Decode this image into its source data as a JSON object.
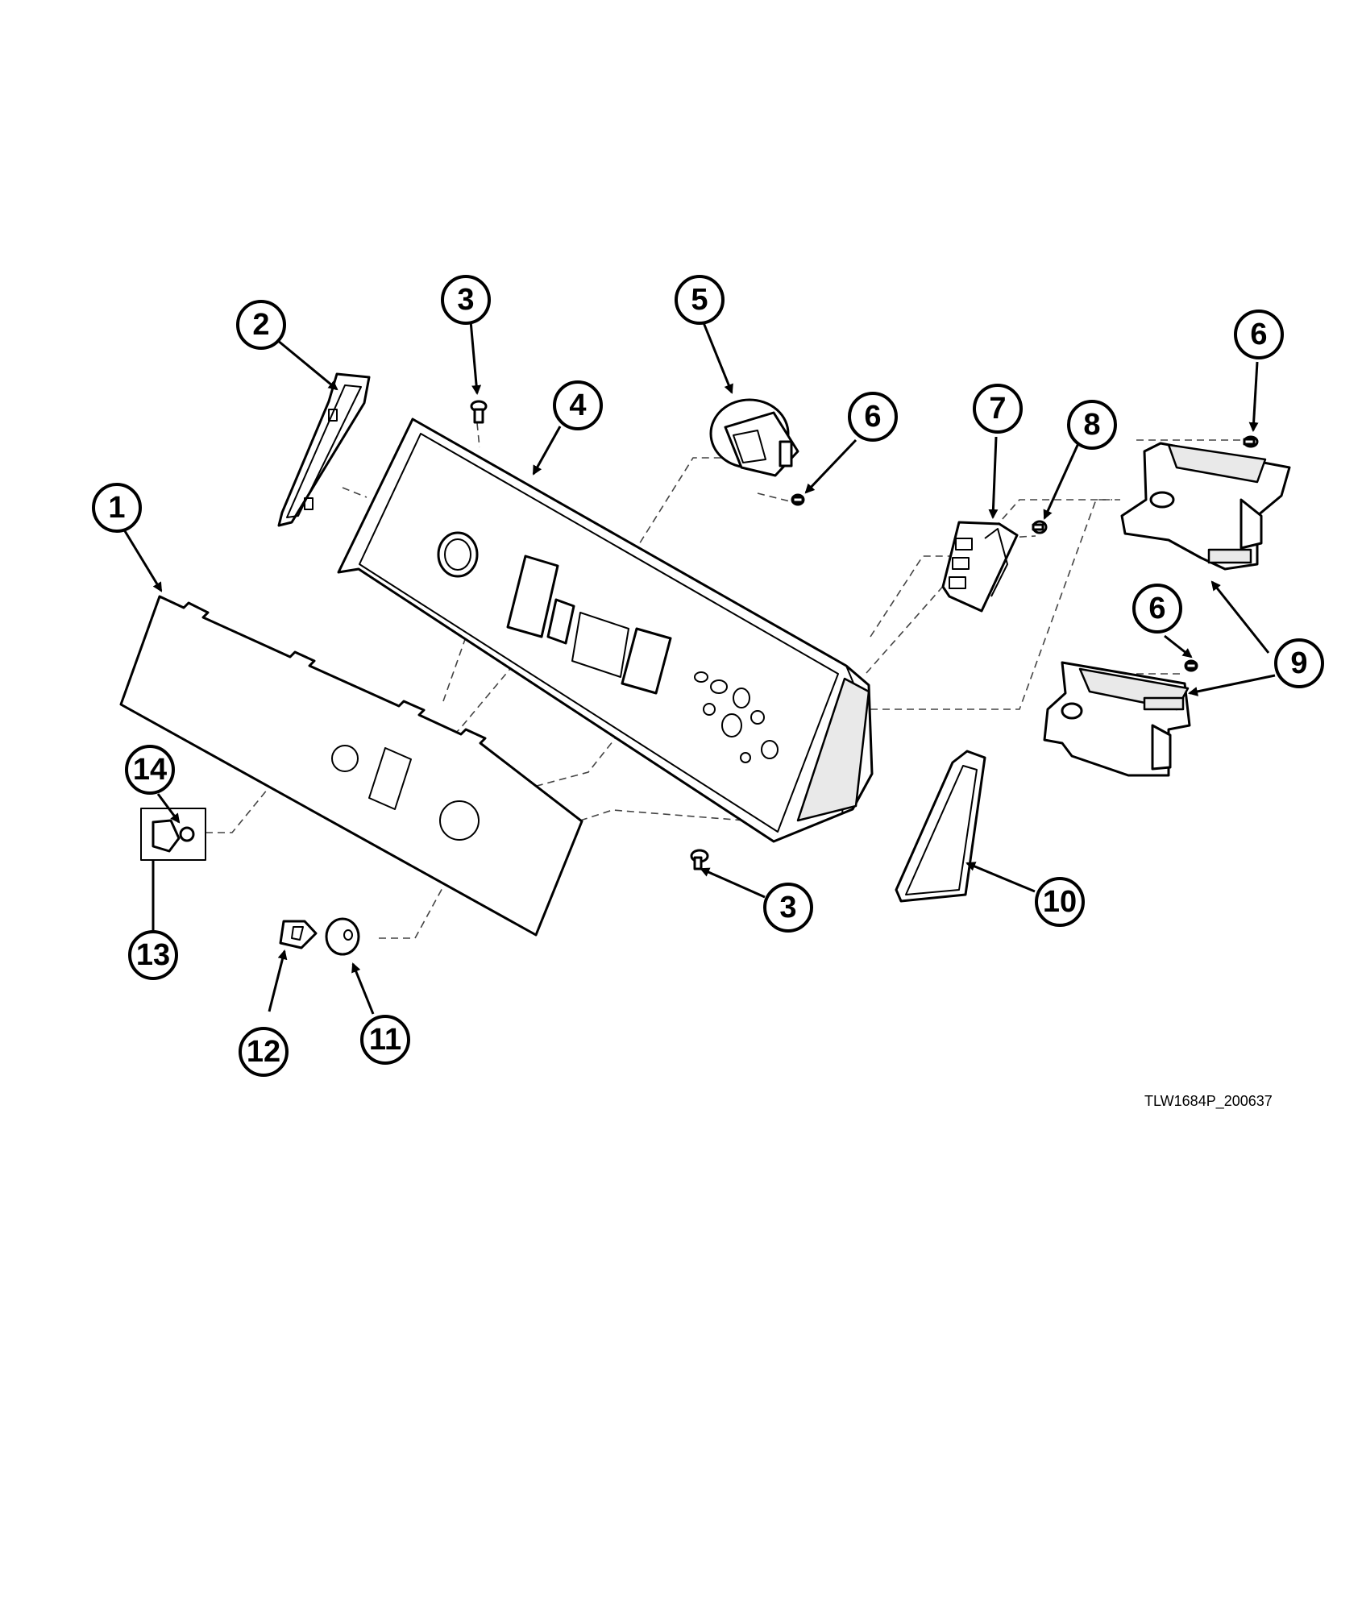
{
  "callouts": [
    {
      "id": "c1",
      "label": "1"
    },
    {
      "id": "c2",
      "label": "2"
    },
    {
      "id": "c3a",
      "label": "3"
    },
    {
      "id": "c3b",
      "label": "3"
    },
    {
      "id": "c4",
      "label": "4"
    },
    {
      "id": "c5",
      "label": "5"
    },
    {
      "id": "c6a",
      "label": "6"
    },
    {
      "id": "c6b",
      "label": "6"
    },
    {
      "id": "c6c",
      "label": "6"
    },
    {
      "id": "c7",
      "label": "7"
    },
    {
      "id": "c8",
      "label": "8"
    },
    {
      "id": "c9",
      "label": "9"
    },
    {
      "id": "c10",
      "label": "10"
    },
    {
      "id": "c11",
      "label": "11"
    },
    {
      "id": "c12",
      "label": "12"
    },
    {
      "id": "c13",
      "label": "13"
    },
    {
      "id": "c14",
      "label": "14"
    }
  ],
  "drawing_id": "TLW1684P_200637"
}
